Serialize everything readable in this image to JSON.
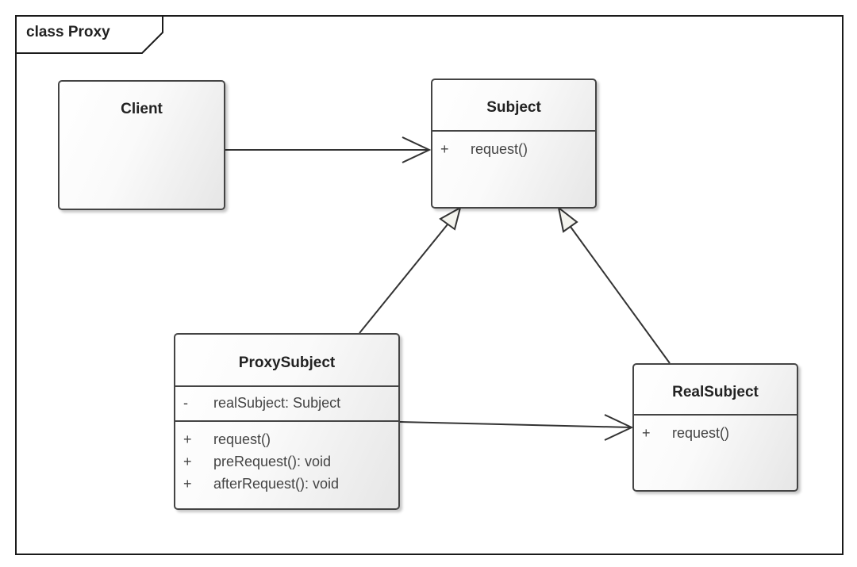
{
  "frame": {
    "title": "class Proxy"
  },
  "classes": {
    "client": {
      "name": "Client"
    },
    "subject": {
      "name": "Subject",
      "operations": [
        {
          "visibility": "+",
          "signature": "request()"
        }
      ]
    },
    "proxy_subject": {
      "name": "ProxySubject",
      "attributes": [
        {
          "visibility": "-",
          "signature": "realSubject: Subject"
        }
      ],
      "operations": [
        {
          "visibility": "+",
          "signature": "request()"
        },
        {
          "visibility": "+",
          "signature": "preRequest(): void"
        },
        {
          "visibility": "+",
          "signature": "afterRequest(): void"
        }
      ]
    },
    "real_subject": {
      "name": "RealSubject",
      "operations": [
        {
          "visibility": "+",
          "signature": "request()"
        }
      ]
    }
  },
  "relationships": [
    {
      "kind": "association",
      "from": "Client",
      "to": "Subject"
    },
    {
      "kind": "generalization",
      "from": "ProxySubject",
      "to": "Subject"
    },
    {
      "kind": "generalization",
      "from": "RealSubject",
      "to": "Subject"
    },
    {
      "kind": "association",
      "from": "ProxySubject",
      "to": "RealSubject"
    }
  ],
  "colors": {
    "line": "#333333",
    "border": "#444444",
    "text": "#222222"
  }
}
